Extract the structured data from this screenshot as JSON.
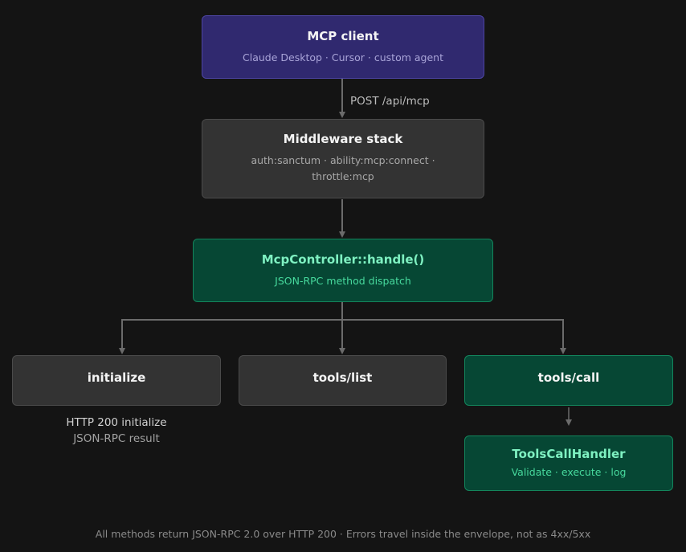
{
  "nodes": {
    "client": {
      "title": "MCP client",
      "subtitle": "Claude Desktop · Cursor · custom agent"
    },
    "middleware": {
      "title": "Middleware stack",
      "subtitle_line1": "auth:sanctum · ability:mcp:connect ·",
      "subtitle_line2": "throttle:mcp"
    },
    "controller": {
      "title": "McpController::handle()",
      "subtitle": "JSON-RPC method dispatch"
    },
    "initialize": {
      "title": "initialize",
      "note_line1": "HTTP 200 initialize",
      "note_line2": "JSON-RPC result"
    },
    "tools_list": {
      "title": "tools/list"
    },
    "tools_call": {
      "title": "tools/call"
    },
    "handler": {
      "title": "ToolsCallHandler",
      "subtitle": "Validate · execute · log"
    }
  },
  "edges": {
    "client_to_middleware": "POST /api/mcp"
  },
  "footer": "All methods return JSON-RPC 2.0 over HTTP 200 · Errors travel inside the envelope, not as 4xx/5xx",
  "colors": {
    "background": "#141414",
    "client_fill": "#30296f",
    "neutral_fill": "#333333",
    "green_fill": "#064734",
    "green_text": "#7ef0c1",
    "connector": "#6b6b6b"
  }
}
